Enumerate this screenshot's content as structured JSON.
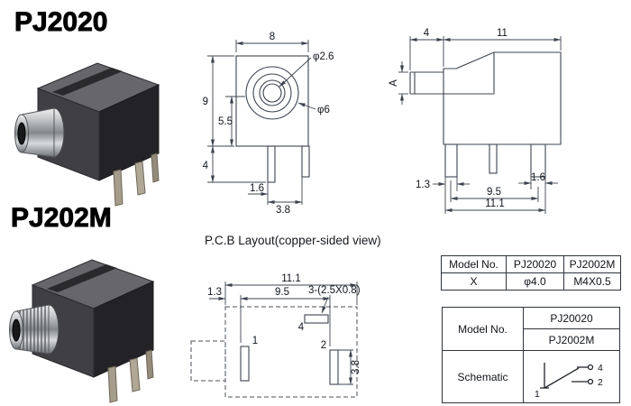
{
  "titles": {
    "pj2020": "PJ2020",
    "pj202m": "PJ202M"
  },
  "front_view": {
    "width": "8",
    "height": "9",
    "center_height": "5.5",
    "leg_length": "4",
    "hole_dia": "φ2.6",
    "barrel_dia": "φ6",
    "pin_offset": "1.6",
    "pin_pitch": "3.8"
  },
  "side_view": {
    "barrel_length": "4",
    "body_length": "11",
    "barrel_dia_label": "A",
    "pin1_width": "1.3",
    "pin2_width": "1.6",
    "pin_pitch": "9.5",
    "total_length": "11.1"
  },
  "pcb": {
    "caption": "P.C.B Layout(copper-sided view)",
    "total_length": "11.1",
    "pin_pitch": "9.5",
    "edge_offset": "1.3",
    "slot_spec": "3-(2.5X0.8)",
    "pad4_label": "4",
    "pad_height": "3.8",
    "pin1_label": "1",
    "pin2_label": "2"
  },
  "spec_table": {
    "rows": [
      [
        "Model No.",
        "PJ20020",
        "PJ2002M"
      ],
      [
        "X",
        "φ4.0",
        "M4X0.5"
      ]
    ]
  },
  "model_table": {
    "model_label": "Model No.",
    "models": [
      "PJ20020",
      "PJ2002M"
    ],
    "schematic_label": "Schematic",
    "pins": {
      "sleeve": "1",
      "switch": "4",
      "tip": "2"
    }
  }
}
